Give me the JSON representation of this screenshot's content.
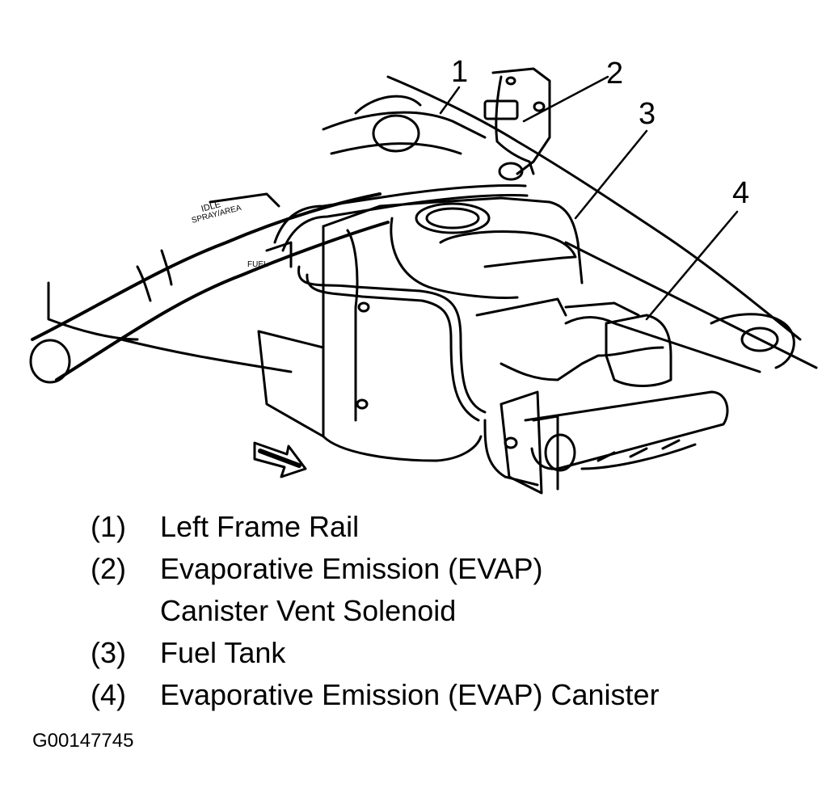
{
  "callouts": [
    "1",
    "2",
    "3",
    "4"
  ],
  "stencil": {
    "line1": "IDLE",
    "line2": "SPRAY/AREA",
    "fuel": "FUEL"
  },
  "legend": [
    {
      "number": "(1)",
      "text": "Left Frame Rail"
    },
    {
      "number": "(2)",
      "text": "Evaporative Emission (EVAP)",
      "continuation": "Canister Vent Solenoid"
    },
    {
      "number": "(3)",
      "text": "Fuel Tank"
    },
    {
      "number": "(4)",
      "text": "Evaporative Emission (EVAP) Canister"
    }
  ],
  "figure_id": "G00147745",
  "colors": {
    "ink": "#000000",
    "paper": "#ffffff"
  },
  "icons": [
    "direction-arrow-icon"
  ]
}
